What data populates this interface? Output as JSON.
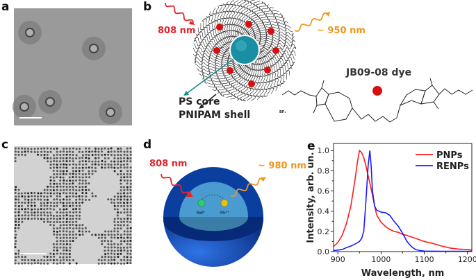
{
  "panels": {
    "a": {
      "label": "a"
    },
    "b": {
      "label": "b",
      "excitation": "808 nm",
      "emission": "~ 950 nm",
      "core_label": "PS core",
      "shell_label": "PNIPAM shell",
      "dye_label": "JB09-08 dye",
      "counterion": "BF₄",
      "colors": {
        "excitation": "#e0262a",
        "emission": "#f0961e",
        "core": "#1a8fa3",
        "dye": "#d80f0f"
      }
    },
    "c": {
      "label": "c"
    },
    "d": {
      "label": "d",
      "excitation": "808 nm",
      "emission": "~ 980 nm",
      "ion1": "Nd³",
      "ion2": "Yb³⁺",
      "colors": {
        "outer": "#0a3fa0",
        "inner": "#4a9bd0",
        "ion1": "#2ecc71",
        "ion2": "#e8c20c"
      }
    },
    "e": {
      "label": "e"
    }
  },
  "chart_data": {
    "type": "line",
    "xlabel": "Wavelength, nm",
    "ylabel": "Intensity, arb. un.",
    "xlim": [
      890,
      1210
    ],
    "ylim": [
      0,
      1.07
    ],
    "xticks": [
      900,
      1000,
      1100,
      1200
    ],
    "yticks": [
      0.0,
      0.2,
      0.4,
      0.6,
      0.8,
      1.0
    ],
    "xtick_labels": [
      "900",
      "1000",
      "1100",
      "1200"
    ],
    "ytick_labels": [
      "0.0",
      "0.2",
      "0.4",
      "0.6",
      "0.8",
      "1.0"
    ],
    "grid": false,
    "legend": "top-right",
    "series": [
      {
        "name": "PNPs",
        "color": "#ff1a1a",
        "x": [
          890,
          900,
          910,
          920,
          930,
          940,
          945,
          950,
          955,
          960,
          965,
          970,
          975,
          980,
          985,
          990,
          1000,
          1010,
          1020,
          1030,
          1040,
          1050,
          1060,
          1070,
          1080,
          1090,
          1100,
          1120,
          1140,
          1160,
          1180,
          1200,
          1210
        ],
        "y": [
          0.05,
          0.09,
          0.16,
          0.28,
          0.45,
          0.72,
          0.88,
          1.0,
          0.98,
          0.93,
          0.85,
          0.75,
          0.66,
          0.56,
          0.45,
          0.36,
          0.29,
          0.25,
          0.22,
          0.2,
          0.19,
          0.17,
          0.16,
          0.145,
          0.13,
          0.115,
          0.1,
          0.08,
          0.055,
          0.035,
          0.025,
          0.02,
          0.015
        ]
      },
      {
        "name": "RENPs",
        "color": "#1a1aff",
        "x": [
          890,
          900,
          910,
          920,
          930,
          940,
          950,
          955,
          960,
          965,
          970,
          974,
          977,
          980,
          985,
          990,
          1000,
          1010,
          1020,
          1030,
          1040,
          1050,
          1060,
          1070,
          1080,
          1090,
          1100,
          1150,
          1210
        ],
        "y": [
          0.01,
          0.015,
          0.02,
          0.04,
          0.055,
          0.075,
          0.1,
          0.13,
          0.2,
          0.5,
          0.85,
          1.0,
          0.85,
          0.6,
          0.45,
          0.41,
          0.39,
          0.385,
          0.36,
          0.3,
          0.25,
          0.18,
          0.1,
          0.05,
          0.02,
          0.01,
          0.005,
          0.003,
          0.003
        ]
      }
    ]
  }
}
